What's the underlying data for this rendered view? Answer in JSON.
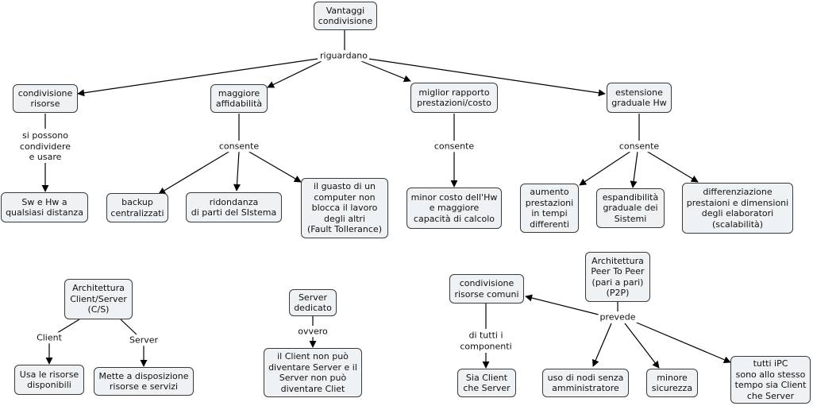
{
  "concepts": {
    "vantaggi": "Vantaggi\ncondivisione",
    "condivisione_risorse": "condivisione\nrisorse",
    "maggiore_affidabilita": "maggiore\naffidabilità",
    "miglior_rapporto": "miglior rapporto\nprestazioni/costo",
    "estensione": "estensione\ngraduale Hw",
    "sw_hw": "Sw e Hw a\nqualsiasi distanza",
    "backup": "backup\ncentralizzati",
    "ridondanza": "ridondanza\ndi parti del SIstema",
    "guasto": "il guasto di un\ncomputer non\nblocca il lavoro\ndegli altri\n(Fault Tollerance)",
    "minor_costo": "minor costo dell'Hw\ne maggiore\ncapacità di calcolo",
    "aumento": "aumento\nprestazioni\nin tempi\ndifferenti",
    "espandibilita": "espandibilità\ngraduale dei\nSistemi",
    "differenziazione": "differenziazione\nprestaioni e dimensioni\ndegli elaboratori\n(scalabilità)",
    "client_server": "Architettura\nClient/Server\n(C/S)",
    "usa_risorse": "Usa le risorse\ndisponibili",
    "mette_disposizione": "Mette a disposizione\nrisorse e servizi",
    "server_dedicato": "Server\ndedicato",
    "client_non_puo": "il Client non può\ndiventare Server e il\nServer non può\ndiventare Cliet",
    "condivisione_comuni": "condivisione\nrisorse comuni",
    "p2p": "Architettura\nPeer To Peer\n(pari a pari)\n(P2P)",
    "sia_client": "Sia Client\nche Server",
    "nodi_senza": "uso di nodi senza\namministratore",
    "minore_sicurezza": "minore\nsicurezza",
    "tutti_ipc": "tutti iPC\nsono allo stesso\ntempo sia Client\nche Server"
  },
  "linking_phrases": {
    "riguardano": "riguardano",
    "si_possono": "si possono\ncondividere\ne usare",
    "consente_1": "consente",
    "consente_2": "consente",
    "consente_3": "consente",
    "client": "Client",
    "server": "Server",
    "ovvero": "ovvero",
    "di_tutti": "di tutti i\ncomponenti",
    "prevede": "prevede"
  }
}
